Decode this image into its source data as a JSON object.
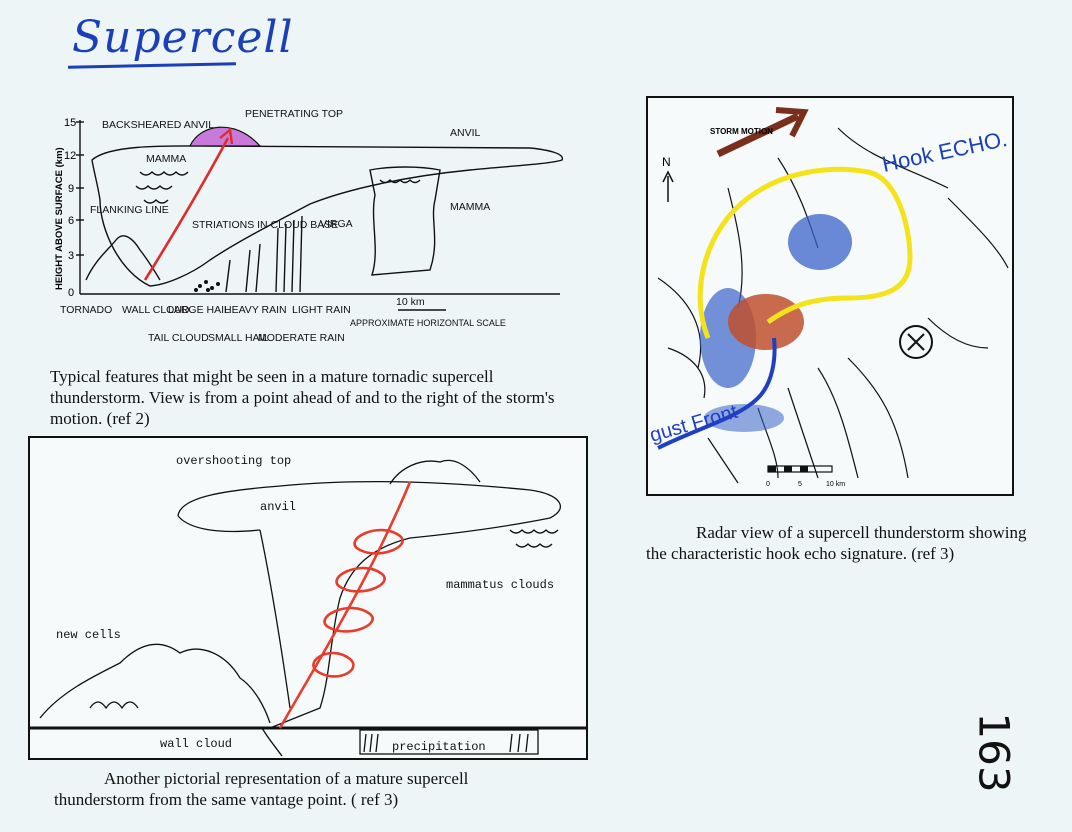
{
  "title": "Supercell",
  "page_number": "163",
  "diagram1": {
    "y_axis_label": "HEIGHT ABOVE SURFACE (km)",
    "y_ticks": [
      "15",
      "12",
      "9",
      "6",
      "3",
      "0"
    ],
    "labels": {
      "backsheared_anvil": "BACKSHEARED ANVIL",
      "penetrating_top": "PENETRATING TOP",
      "anvil": "ANVIL",
      "mamma_left": "MAMMA",
      "mamma_right": "MAMMA",
      "flanking_line": "FLANKING LINE",
      "striations": "STRIATIONS IN CLOUD BASE",
      "virga": "VIRGA",
      "tornado": "TORNADO",
      "wall_cloud": "WALL CLOUD",
      "tail_cloud": "TAIL CLOUD",
      "large_hail": "LARGE HAIL",
      "small_hail": "SMALL HAIL",
      "heavy_rain": "HEAVY RAIN",
      "moderate_rain": "MODERATE RAIN",
      "light_rain": "LIGHT RAIN",
      "scale_len": "10 km",
      "scale_desc": "APPROXIMATE HORIZONTAL SCALE"
    },
    "caption": "Typical features that might be seen in a mature tornadic supercell thunderstorm.  View is from a point ahead of and to the right of the storm's motion. (ref 2)"
  },
  "diagram2": {
    "labels": {
      "overshooting_top": "overshooting top",
      "anvil": "anvil",
      "mammatus": "mammatus clouds",
      "new_cells": "new cells",
      "wall_cloud": "wall cloud",
      "precipitation": "precipitation"
    },
    "caption": "Another pictorial representation of a mature supercell thunderstorm from the same vantage point. ( ref 3)"
  },
  "radar": {
    "storm_motion": "STORM MOTION",
    "north": "N",
    "hook_echo": "Hook ECHO.",
    "gust_front": "gust Front",
    "scale_labels": [
      "0",
      "5",
      "10 km"
    ],
    "caption": "Radar view of a supercell thunderstorm showing the characteristic hook echo signature. (ref 3)",
    "colors": {
      "hook": "#f4e21a",
      "gust": "#1f3fc4",
      "core": "#c0502e",
      "echo": "#3a62c8"
    }
  }
}
